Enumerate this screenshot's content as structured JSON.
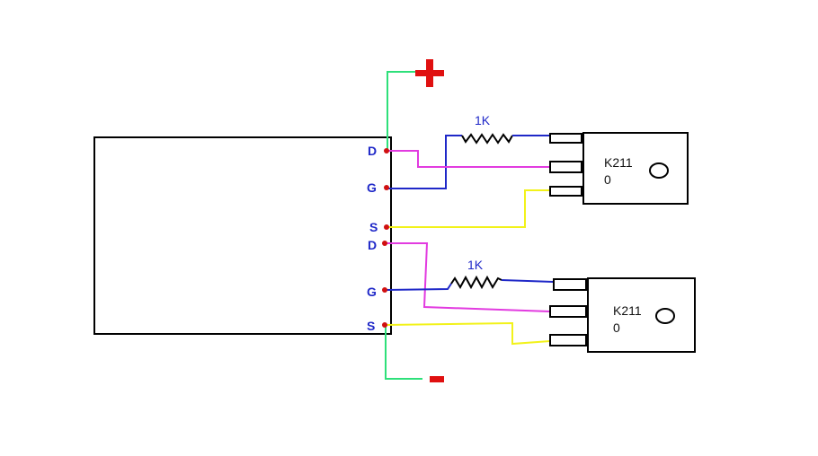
{
  "colors": {
    "outline": "#000000",
    "wire_green": "#2ee07a",
    "wire_blue": "#1f28c8",
    "wire_magenta": "#e23be0",
    "wire_yellow": "#f2f21a",
    "terminal_red": "#e01010",
    "pin_dot": "#d01010"
  },
  "module": {
    "pins_top": [
      "D",
      "G",
      "S"
    ],
    "pins_bottom": [
      "D",
      "G",
      "S"
    ]
  },
  "resistors": [
    {
      "label": "1K"
    },
    {
      "label": "1K"
    }
  ],
  "transistors": [
    {
      "line1": "K211",
      "line2": "0"
    },
    {
      "line1": "K211",
      "line2": "0"
    }
  ],
  "terminals": {
    "positive_icon": "plus-icon",
    "negative_icon": "minus-icon"
  }
}
